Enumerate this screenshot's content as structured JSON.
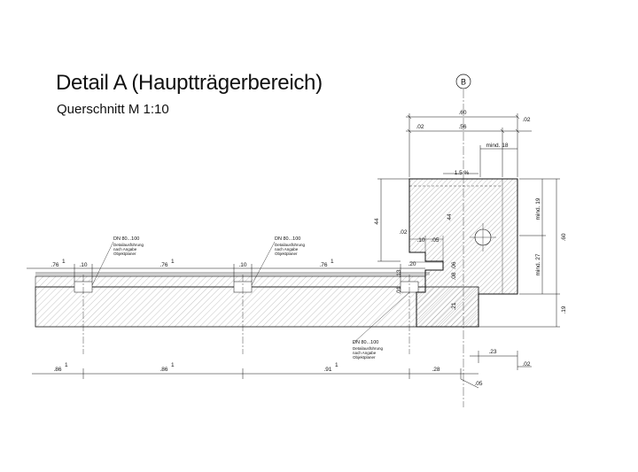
{
  "drawing": {
    "title": "Detail A  (Hauptträgerbereich)",
    "subtitle": "Querschnitt   M 1:10",
    "axis_label": "B"
  },
  "dimensions": {
    "top_60": ".60",
    "top_02_right": ".02",
    "top_02_left": ".02",
    "top_56": ".56",
    "mind_18": "mind. 18",
    "slope": "1.5 %",
    "height_44_left": "44",
    "height_44_inner": "44",
    "mind_19": "mind. 19",
    "mind_27": "mind. 27",
    "height_60_right": ".60",
    "height_19_right": ".19",
    "dim_02_step": ".02",
    "dim_10_step": ".10",
    "dim_05_step": ".05",
    "dim_20_step": ".20",
    "dim_13": ".13",
    "dim_01": ".01",
    "dim_08": ".08",
    "dim_06": ".06",
    "dim_21": ".21",
    "slab_76_1": ".76",
    "slab_10_1": ".10",
    "slab_76_2": ".76",
    "slab_10_2": ".10",
    "slab_76_3": ".76",
    "sup": "1",
    "bottom_86_1": ".86",
    "bottom_86_2": ".86",
    "bottom_91": ".91",
    "bottom_28": ".28",
    "bottom_23": ".23",
    "bottom_02": ".02",
    "bottom_05": ".05"
  },
  "notes": {
    "drain_dn": "DN 80...100",
    "drain_line1": "Detailausführung",
    "drain_line2": "nach Angabe",
    "drain_line3": "Objektplaner"
  }
}
